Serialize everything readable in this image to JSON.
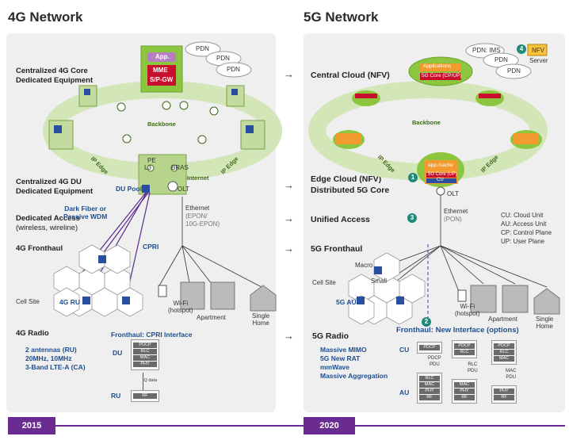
{
  "left": {
    "title": "4G Network",
    "rows": {
      "core": "Centralized 4G Core",
      "core2": "Dedicated Equipment",
      "du": "Centralized 4G DU",
      "du2": "Dedicated Equipment",
      "access": "Dedicated Access",
      "access2": "(wireless, wireline)",
      "fronthaul": "4G Fronthaul",
      "cellsite": "Cell Site",
      "radio": "4G Radio"
    },
    "core_box": {
      "app": "App.",
      "mme": "MME",
      "spgw": "S/P-GW"
    },
    "pdn": [
      "PDN",
      "PDN",
      "PDN"
    ],
    "backbone": "Backbone",
    "ip_edge": "IP Edge",
    "pe": "PE",
    "l3": "L3",
    "bras": "BRAS",
    "internet": "Internet",
    "du_pool": "DU Pool",
    "olt": "OLT",
    "dark_fiber": "Dark Fiber or",
    "passive_wdm": "Passive WDM",
    "ethernet": "Ethernet",
    "epon": "(EPON/",
    "tenge": "10G-EPON)",
    "cpri": "CPRI",
    "ru": "4G RU",
    "wifi": "Wi-Fi",
    "hotspot": "(hotspot)",
    "apartment": "Apartment",
    "single": "Single",
    "home": "Home",
    "fronthaul_iface": "Fronthaul: CPRI Interface",
    "radio_specs": [
      "2 antennas (RU)",
      "20MHz, 10MHz",
      "3-Band LTE-A (CA)"
    ],
    "du_lbl": "DU",
    "ru_lbl": "RU",
    "iq": "IQ data",
    "du_stack": [
      "PDCP",
      "RLC",
      "MAC",
      "PHY"
    ],
    "ru_stack": [
      "RF"
    ]
  },
  "right": {
    "title": "5G Network",
    "rows": {
      "central": "Central Cloud (NFV)",
      "edge": "Edge Cloud (NFV)",
      "edge2": "Distributed 5G Core",
      "unified": "Unified Access",
      "fronthaul": "5G Fronthaul",
      "cellsite": "Cell Site",
      "radio": "5G Radio"
    },
    "pdn": [
      "PDN: IMS",
      "PDN",
      "PDN"
    ],
    "nfv": "NFV",
    "server": "Server",
    "applications": "Applications",
    "core_cpup": "5G Core (CP/UP)",
    "small_app": "app./cache",
    "small_core": "5G Core (UP)",
    "cu": "CU",
    "backbone": "Backbone",
    "ip_edge": "IP Edge",
    "olt": "OLT",
    "ethernet": "Ethernet",
    "pon": "(PON)",
    "macro": "Macro",
    "au": "AU",
    "small": "Small",
    "au5g": "5G AU",
    "wifi": "Wi-Fi",
    "hotspot": "(hotspot)",
    "apartment": "Apartment",
    "single": "Single",
    "home": "Home",
    "legend": [
      "CU: Cloud Unit",
      "AU: Access Unit",
      "CP: Control Plane",
      "UP: User Plane"
    ],
    "fronthaul_iface": "Fronthaul: New Interface (options)",
    "radio_specs": [
      "Massive MIMO",
      "5G New RAT",
      "mmWave",
      "Massive Aggregation"
    ],
    "cu_lbl": "CU",
    "au_lbl": "AU",
    "pdcp_pdu": [
      "PDCP",
      "PDU"
    ],
    "rlc_pdu": [
      "RLC",
      "PDU"
    ],
    "mac_pdu": [
      "MAC",
      "PDU"
    ],
    "badges": [
      "1",
      "2",
      "3",
      "4"
    ]
  },
  "timeline": {
    "start": "2015",
    "end": "2020"
  },
  "colors": {
    "purple": "#6a2c91",
    "green_ring": "#cfe3b4",
    "blue_text": "#1d4f91",
    "orange": "#f29a2e",
    "red": "#c8102e"
  }
}
